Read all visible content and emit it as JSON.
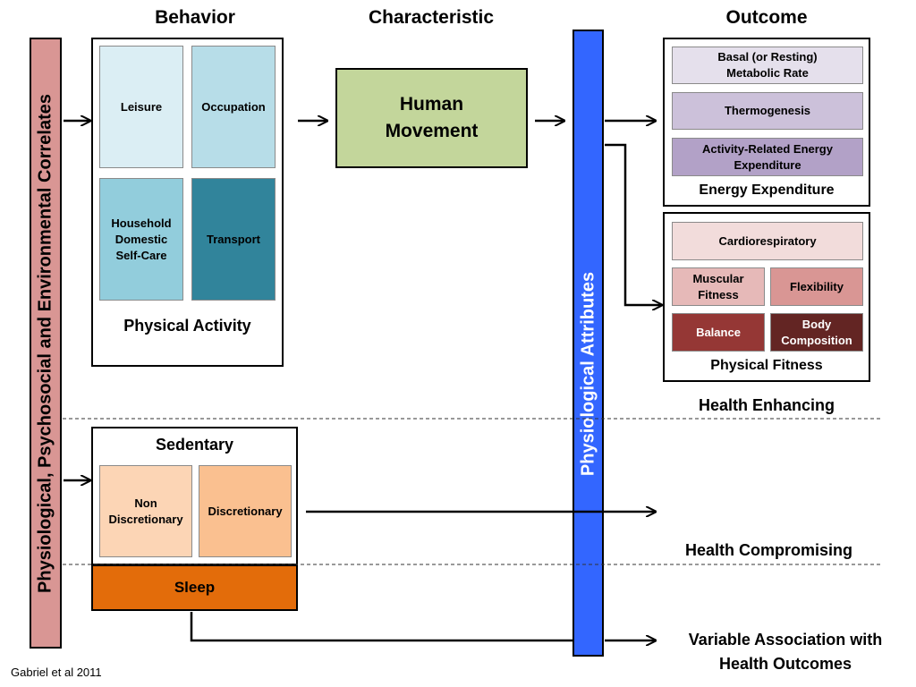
{
  "headers": {
    "behavior": "Behavior",
    "characteristic": "Characteristic",
    "outcome": "Outcome"
  },
  "correlates_bar": {
    "label": "Physiological, Psychosocial and Environmental Correlates",
    "color": "#d99694"
  },
  "physical_activity": {
    "title": "Physical Activity",
    "leisure": "Leisure",
    "occupation": "Occupation",
    "household": "Household\nDomestic\nSelf-Care",
    "transport": "Transport",
    "colors": {
      "leisure": "#dbeef4",
      "occupation": "#b7dde8",
      "household": "#92cddc",
      "transport": "#31849b"
    }
  },
  "human_movement": {
    "label": "Human\nMovement",
    "color": "#c3d69b"
  },
  "physiological_bar": {
    "label": "Physiological Attributes",
    "color": "#3366ff"
  },
  "energy_expenditure": {
    "title": "Energy Expenditure",
    "basal": "Basal (or Resting)\nMetabolic Rate",
    "thermogenesis": "Thermogenesis",
    "activity_related": "Activity-Related Energy\nExpenditure",
    "colors": {
      "basal": "#e5e0ec",
      "thermogenesis": "#ccc1da",
      "activity_related": "#b2a1c7"
    }
  },
  "physical_fitness": {
    "title": "Physical Fitness",
    "cardiorespiratory": "Cardiorespiratory",
    "muscular": "Muscular\nFitness",
    "flexibility": "Flexibility",
    "balance": "Balance",
    "body_composition": "Body\nComposition",
    "colors": {
      "cardio": "#f2dcdb",
      "muscular": "#e6b9b8",
      "flexibility": "#d99694",
      "balance": "#953735",
      "body_composition": "#632523"
    }
  },
  "sedentary": {
    "title": "Sedentary",
    "non_discretionary": "Non\nDiscretionary",
    "discretionary": "Discretionary",
    "colors": {
      "non_discretionary": "#fcd5b5",
      "discretionary": "#fac090"
    }
  },
  "sleep": {
    "label": "Sleep",
    "color": "#e36c0a"
  },
  "outcome_labels": {
    "health_enhancing": "Health Enhancing",
    "health_compromising": "Health Compromising",
    "variable_association": "Variable Association with\nHealth Outcomes"
  },
  "citation": "Gabriel et al 2011"
}
